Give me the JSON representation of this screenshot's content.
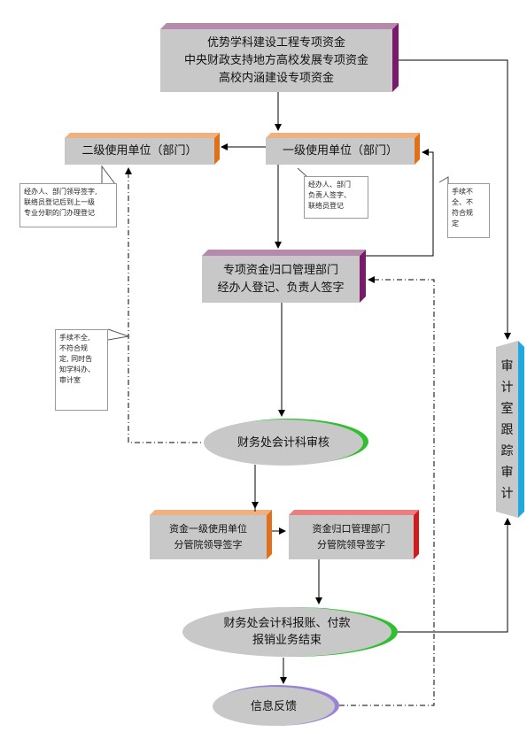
{
  "diagram": {
    "funding_box": {
      "lines": [
        "优势学科建设工程专项资金",
        "中央财政支持地方高校发展专项资金",
        "高校内涵建设专项资金"
      ]
    },
    "level1_unit": {
      "label": "一级使用单位（部门）"
    },
    "level2_unit": {
      "label": "二级使用单位（部门）"
    },
    "note_level2": {
      "lines": [
        "经办人、部门领导签字,",
        "联络员登记后到上一级",
        "专业分职的门办理登记"
      ]
    },
    "note_level1": {
      "lines": [
        "经办人、部门",
        "负责人签字、",
        "联络员登记"
      ]
    },
    "note_reject_right": {
      "lines": [
        "手续不",
        "全、不",
        "符合规",
        "定"
      ]
    },
    "admin_dept": {
      "lines": [
        "专项资金归口管理部门",
        "经办人登记、负责人签字"
      ]
    },
    "note_reject_left": {
      "lines": [
        "手续不全,",
        "不符合规",
        "定, 同时告",
        "知学科办、",
        "审计室"
      ]
    },
    "finance_review": {
      "label": "财务处会计科审核"
    },
    "fund_unit_sign": {
      "lines": [
        "资金一级使用单位",
        "分管院领导签字"
      ]
    },
    "admin_sign": {
      "lines": [
        "资金归口管理部门",
        "分管院领导签字"
      ]
    },
    "finance_reimburse": {
      "lines": [
        "财务处会计科报账、付款",
        "报销业务结束"
      ]
    },
    "feedback": {
      "label": "信息反馈"
    },
    "audit": {
      "chars": [
        "审",
        "计",
        "室",
        "跟",
        "踪",
        "审",
        "计"
      ]
    }
  },
  "colors": {
    "box_fill": "#c8c8c8",
    "purple_edge": "#7a1a6a",
    "orange_edge": "#e0701a",
    "red_edge": "#d41b1b",
    "green_edge": "#2fbf2f",
    "lavender_edge": "#9b82d8",
    "cyan_edge": "#20a8e0"
  }
}
